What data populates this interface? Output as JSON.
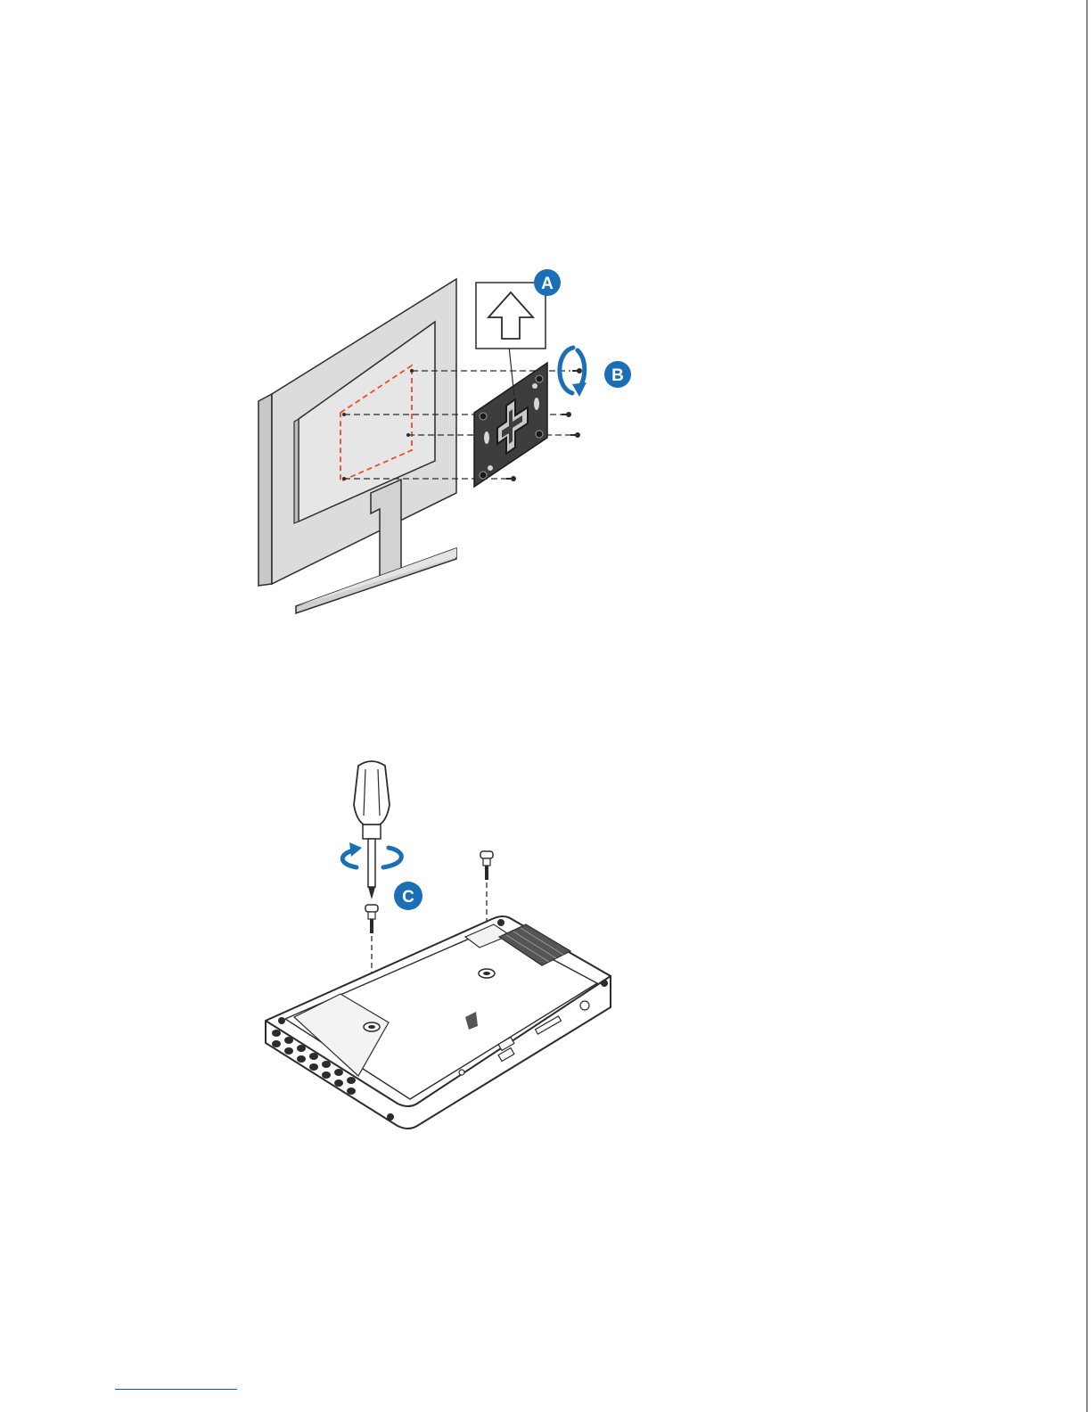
{
  "figures": [
    {
      "name": "monitor-bracket-installation",
      "callouts": [
        {
          "label": "A",
          "meaning": "up-direction-arrow"
        },
        {
          "label": "B",
          "meaning": "tighten-screws-rotation"
        }
      ]
    },
    {
      "name": "mount-screws-installation",
      "callouts": [
        {
          "label": "C",
          "meaning": "screwdriver-rotation"
        }
      ]
    }
  ],
  "colors": {
    "callout_blue": "#1a6fb5",
    "guide_red": "#e8502a",
    "line_dark": "#2b2b2b",
    "panel_gray": "#dcdcdc",
    "plate_dark": "#3d3d3d"
  }
}
